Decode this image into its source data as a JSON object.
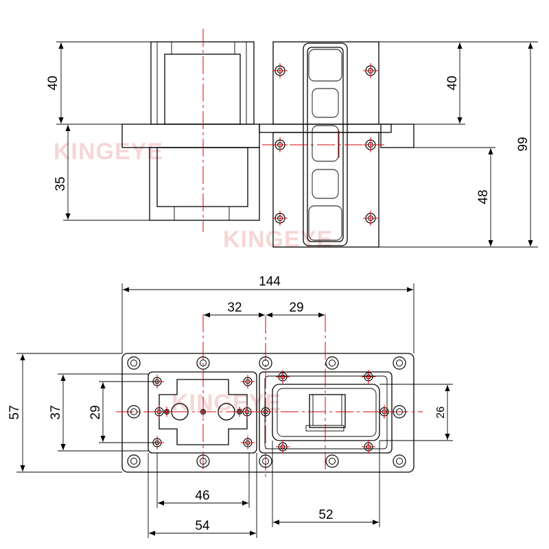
{
  "watermark": "KINGEYE",
  "dimensions": {
    "top_left_upper": "40",
    "top_left_lower": "35",
    "top_right_upper": "40",
    "top_right_lower": "48",
    "total_height": "99",
    "overall_width": "144",
    "left_offset": "32",
    "right_offset": "29",
    "flange_height": "57",
    "left_outer": "37",
    "left_inner": "29",
    "right_inner": "26",
    "left_bottom_inner": "46",
    "left_bottom_outer": "54",
    "right_bottom": "52"
  },
  "colors": {
    "line": "#000000",
    "centerline": "#d40000",
    "watermark": "#f6d6d6"
  }
}
